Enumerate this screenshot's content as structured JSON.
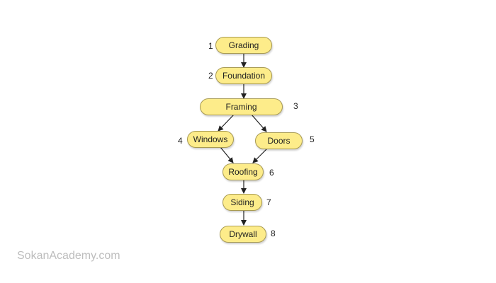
{
  "diagram": {
    "nodes": [
      {
        "id": "grading",
        "label": "Grading",
        "number": "1"
      },
      {
        "id": "foundation",
        "label": "Foundation",
        "number": "2"
      },
      {
        "id": "framing",
        "label": "Framing",
        "number": "3"
      },
      {
        "id": "windows",
        "label": "Windows",
        "number": "4"
      },
      {
        "id": "doors",
        "label": "Doors",
        "number": "5"
      },
      {
        "id": "roofing",
        "label": "Roofing",
        "number": "6"
      },
      {
        "id": "siding",
        "label": "Siding",
        "number": "7"
      },
      {
        "id": "drywall",
        "label": "Drywall",
        "number": "8"
      }
    ],
    "edges": [
      {
        "from": "grading",
        "to": "foundation"
      },
      {
        "from": "foundation",
        "to": "framing"
      },
      {
        "from": "framing",
        "to": "windows"
      },
      {
        "from": "framing",
        "to": "doors"
      },
      {
        "from": "windows",
        "to": "roofing"
      },
      {
        "from": "doors",
        "to": "roofing"
      },
      {
        "from": "roofing",
        "to": "siding"
      },
      {
        "from": "siding",
        "to": "drywall"
      }
    ],
    "colors": {
      "node_fill": "#fdec8a",
      "node_border": "#a89a52",
      "edge": "#222222",
      "watermark": "#bdbdbd"
    }
  },
  "watermark": "SokanAcademy.com"
}
